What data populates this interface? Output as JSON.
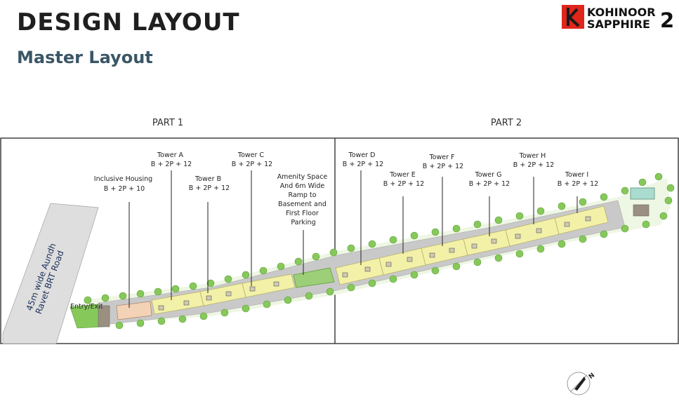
{
  "header": {
    "title": "DESIGN LAYOUT",
    "subtitle": "Master Layout"
  },
  "logo": {
    "line1": "KOHINOOR",
    "line2": "SAPPHIRE",
    "number": "2",
    "mark_color": "#e0251b"
  },
  "parts": [
    "PART 1",
    "PART 2"
  ],
  "road_label": [
    "45m wide Aundh",
    "Ravet BRT Road"
  ],
  "entry_label": "Entry/Exit",
  "callouts": [
    {
      "lines": [
        "Inclusive Housing",
        "B + 2P + 10"
      ]
    },
    {
      "lines": [
        "Tower A",
        "B + 2P + 12"
      ]
    },
    {
      "lines": [
        "Tower B",
        "B + 2P + 12"
      ]
    },
    {
      "lines": [
        "Tower  C",
        "B + 2P + 12"
      ]
    },
    {
      "lines": [
        "Amenity Space",
        "And 6m Wide",
        "Ramp to",
        "Basement and",
        "First Floor",
        "Parking"
      ]
    },
    {
      "lines": [
        "Tower D",
        "B + 2P + 12"
      ]
    },
    {
      "lines": [
        "Tower E",
        "B + 2P + 12"
      ]
    },
    {
      "lines": [
        "Tower F",
        "B + 2P + 12"
      ]
    },
    {
      "lines": [
        "Tower G",
        "B + 2P + 12"
      ]
    },
    {
      "lines": [
        "Tower H",
        "B + 2P + 12"
      ]
    },
    {
      "lines": [
        "Tower I",
        "B + 2P + 12"
      ]
    }
  ],
  "compass_letter": "N",
  "colors": {
    "tower": "#f3f1a8",
    "inclusive_housing": "#f4d2b6",
    "amenity": "#9dcf78",
    "greenery": "#86c95a",
    "driveway": "#c9c9c9",
    "road": "#dedede",
    "road_text": "#1a2f5a"
  }
}
